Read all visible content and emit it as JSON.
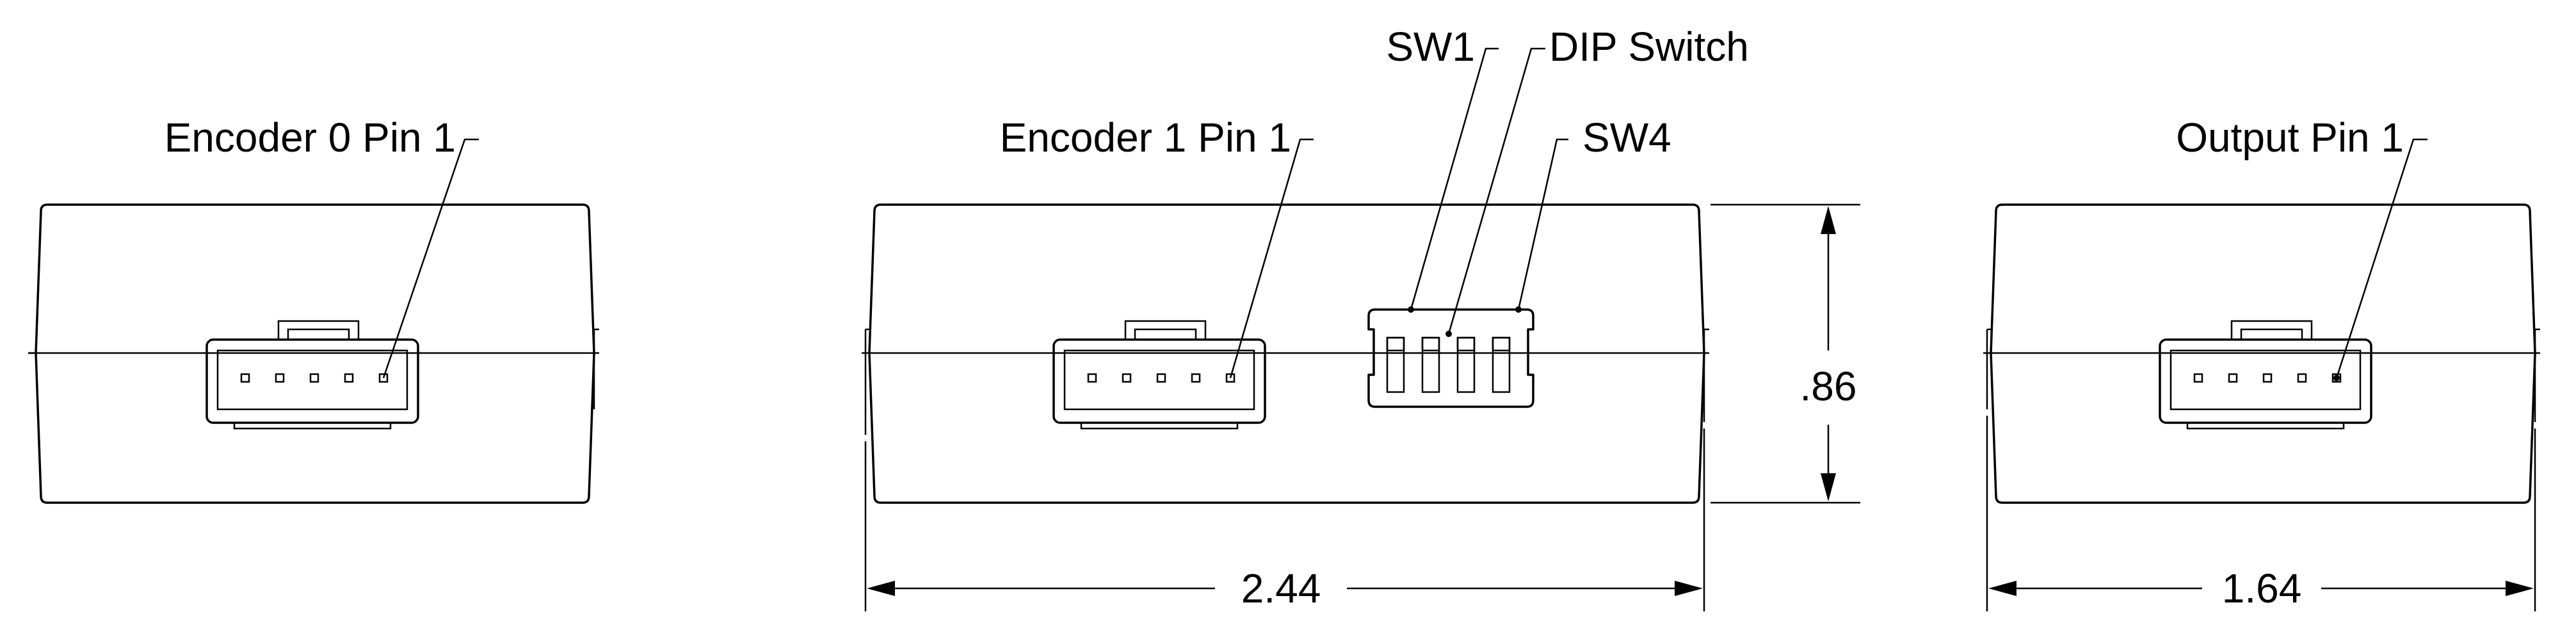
{
  "labels": {
    "encoder0_pin1": "Encoder 0  Pin 1",
    "encoder1_pin1": "Encoder 1  Pin 1",
    "output_pin1": "Output  Pin 1",
    "sw1": "SW1",
    "dip_switch": "DIP Switch",
    "sw4": "SW4"
  },
  "dimensions": {
    "width_center": ".86",
    "length_center": "2.44",
    "length_right": "1.64"
  }
}
